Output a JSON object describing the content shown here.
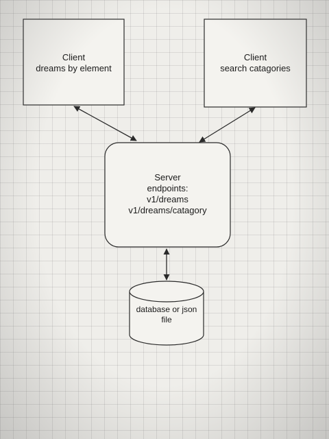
{
  "client_left": {
    "title": "Client",
    "subtitle": "dreams by element"
  },
  "client_right": {
    "title": "Client",
    "subtitle": "search catagories"
  },
  "server": {
    "title": "Server",
    "line1": "endpoints:",
    "line2": "v1/dreams",
    "line3": "v1/dreams/catagory"
  },
  "database": {
    "line1": "database or json",
    "line2": "file"
  },
  "colors": {
    "stroke": "#2a2a2a",
    "node_fill": "#f4f3ef",
    "background": "#efeeea"
  }
}
